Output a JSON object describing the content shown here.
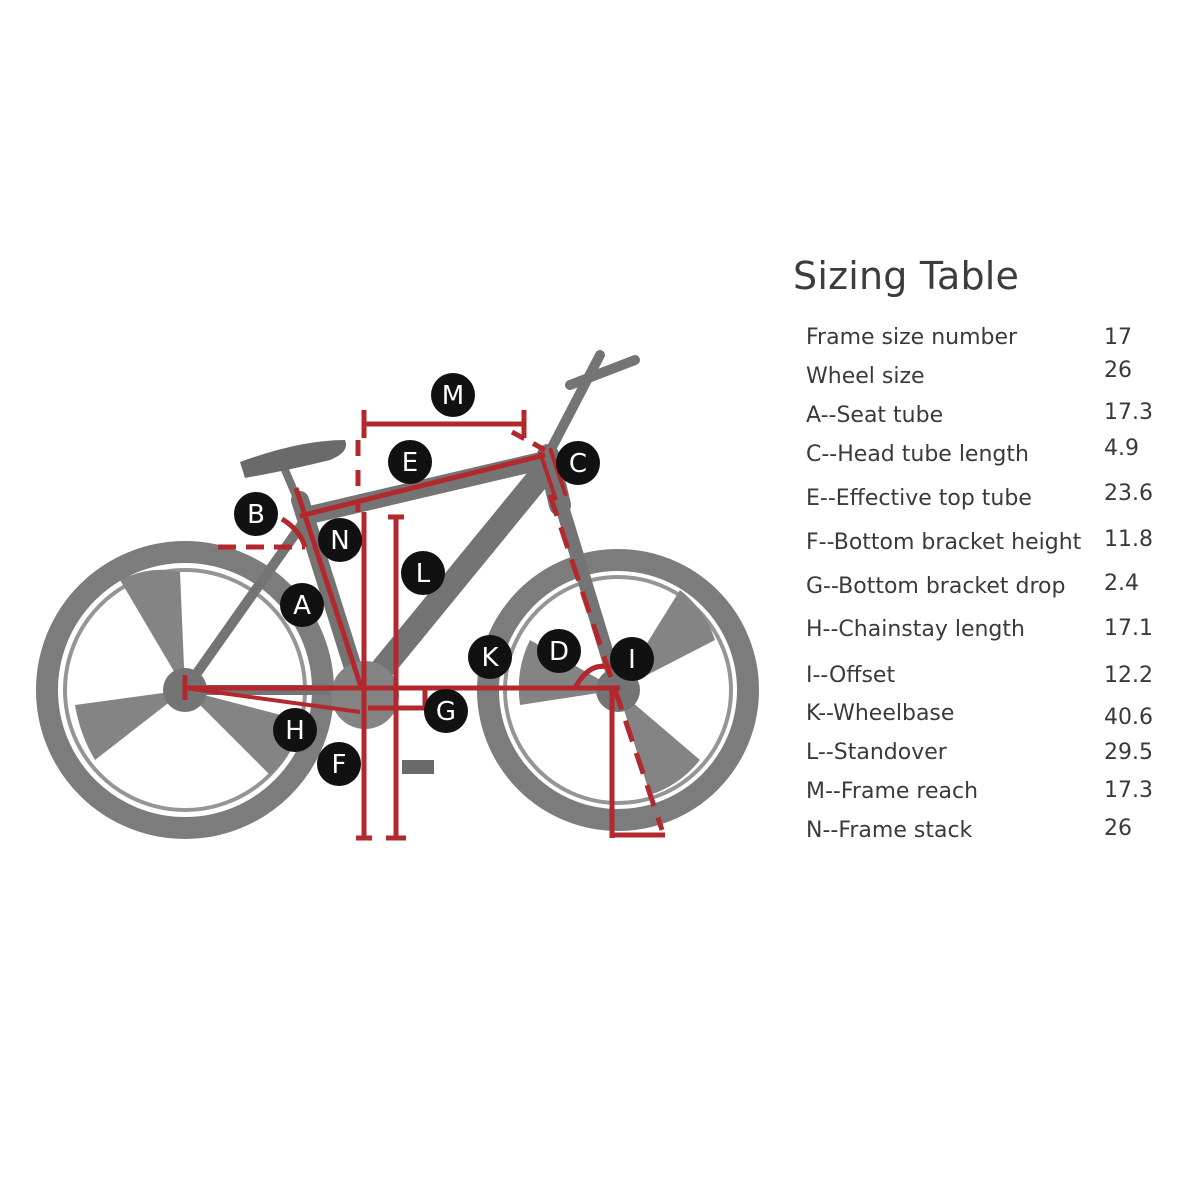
{
  "sizing_table": {
    "title": "Sizing Table",
    "rows": [
      {
        "label": "Frame size number",
        "value": "17"
      },
      {
        "label": "Wheel size",
        "value": "26"
      },
      {
        "label": "A--Seat tube",
        "value": "17.3"
      },
      {
        "label": "C--Head tube length",
        "value": "4.9"
      },
      {
        "label": "E--Effective top tube",
        "value": "23.6"
      },
      {
        "label": "F--Bottom bracket height",
        "value": "11.8"
      },
      {
        "label": "G--Bottom bracket drop",
        "value": "2.4"
      },
      {
        "label": "H--Chainstay length",
        "value": "17.1"
      },
      {
        "label": "I--Offset",
        "value": "12.2"
      },
      {
        "label": "K--Wheelbase",
        "value": "40.6"
      },
      {
        "label": "L--Standover",
        "value": "29.5"
      },
      {
        "label": "M--Frame reach",
        "value": "17.3"
      },
      {
        "label": "N--Frame stack",
        "value": "26"
      }
    ]
  },
  "diagram": {
    "badges": {
      "M": "M",
      "E": "E",
      "C": "C",
      "B": "B",
      "N": "N",
      "L": "L",
      "A": "A",
      "K": "K",
      "D": "D",
      "I": "I",
      "G": "G",
      "H": "H",
      "F": "F"
    },
    "colors": {
      "measure_line": "#b3282d",
      "bike": "#6f6f6f",
      "bike_dark": "#555555",
      "badge": "#111111",
      "text": "#3a3a3a"
    }
  }
}
